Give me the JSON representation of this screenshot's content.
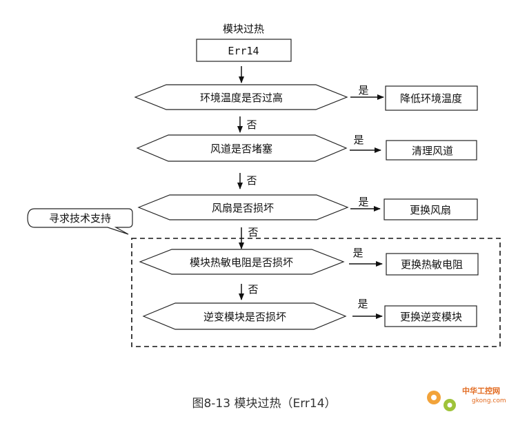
{
  "title": "模块过热",
  "start_code": "Err14",
  "decisions": [
    {
      "question": "环境温度是否过高",
      "yes_label": "是",
      "no_label": "否",
      "action": "降低环境温度"
    },
    {
      "question": "风道是否堵塞",
      "yes_label": "是",
      "no_label": "否",
      "action": "清理风道"
    },
    {
      "question": "风扇是否损坏",
      "yes_label": "是",
      "no_label": "否",
      "action": "更换风扇"
    },
    {
      "question": "模块热敏电阻是否损坏",
      "yes_label": "是",
      "no_label": "否",
      "action": "更换热敏电阻"
    },
    {
      "question": "逆变模块是否损坏",
      "yes_label": "是",
      "action": "更换逆变模块"
    }
  ],
  "callout": "寻求技术支持",
  "caption": "图8-13 模块过热（Err14）",
  "watermark": {
    "name": "中华工控网",
    "url": "gkong.com"
  },
  "colors": {
    "line": "#111111",
    "caption": "#333333",
    "watermark": "#e26a1f"
  }
}
